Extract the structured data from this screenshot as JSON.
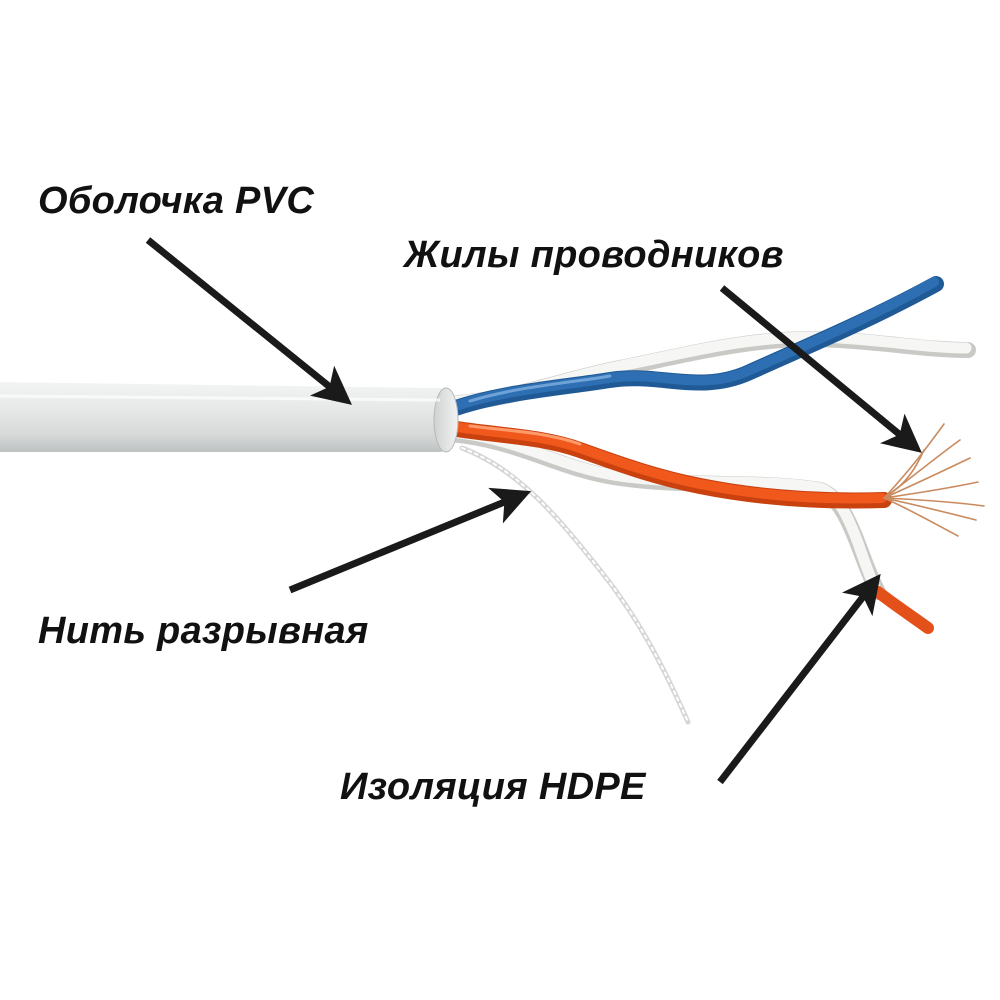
{
  "labels": {
    "sheath": "Оболочка PVC",
    "conductors": "Жилы проводников",
    "ripcord": "Нить разрывная",
    "insulation": "Изоляция HDPE"
  },
  "colors": {
    "jacket": "#e4e6e6",
    "blue_wire": "#2d6fb2",
    "orange_wire": "#f0581c",
    "white_wire": "#f4f4f2",
    "copper": "#c98a5e",
    "arrow": "#1a1a1a"
  }
}
